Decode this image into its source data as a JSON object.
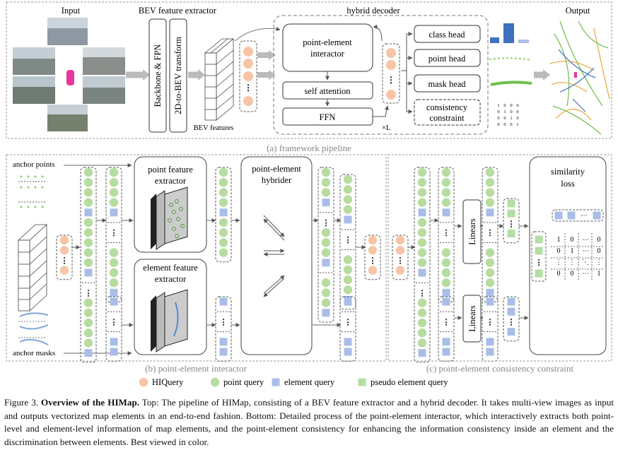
{
  "top": {
    "input_title": "Input",
    "bev_title": "BEV feature extractor",
    "hybrid_title": "hybrid decoder",
    "output_title": "Output",
    "backbone": "Backbone & FPN",
    "transform": "2D-to-BEV transform",
    "bev_features": "BEV features",
    "interactor_line1": "point-element",
    "interactor_line2": "interactor",
    "self_attention": "self attention",
    "ffn": "FFN",
    "xl": "×L",
    "class_head": "class head",
    "point_head": "point head",
    "mask_head": "mask head",
    "consistency_line1": "consistency",
    "consistency_line2": "constraint",
    "section_label": "(a) framework pipeline"
  },
  "mini_matrix": [
    [
      "1",
      "0",
      "0",
      "0"
    ],
    [
      "0",
      "1",
      "0",
      "0"
    ],
    [
      "0",
      "0",
      "1",
      "0"
    ],
    [
      "0",
      "0",
      "0",
      "1"
    ]
  ],
  "bottom_left": {
    "anchor_points": "anchor points",
    "anchor_masks": "anchor masks",
    "pfe_line1": "point feature",
    "pfe_line2": "extractor",
    "efe_line1": "element feature",
    "efe_line2": "extractor",
    "hybrider_line1": "point-element",
    "hybrider_line2": "hybrider",
    "section_label": "(b) point-element interactor"
  },
  "bottom_right": {
    "linears": "Linears",
    "loss_line1": "similarity",
    "loss_line2": "loss",
    "section_label": "(c) point-element consistency constraint",
    "matrix": [
      [
        "1",
        "0",
        "⋯",
        "0"
      ],
      [
        "0",
        "1",
        "⋯",
        "0"
      ],
      [
        "⋮",
        "⋮",
        "⋱",
        "⋮"
      ],
      [
        "0",
        "0",
        "⋯",
        "1"
      ]
    ]
  },
  "legend": [
    {
      "label": "HIQuery",
      "kind": "hiquery"
    },
    {
      "label": "point query",
      "kind": "point"
    },
    {
      "label": "element query",
      "kind": "element"
    },
    {
      "label": "pseudo element query",
      "kind": "pseudo"
    }
  ],
  "caption": {
    "prefix": "Figure 3. ",
    "bold": "Overview of the HIMap.",
    "text": " Top: The pipeline of HIMap, consisting of a BEV feature extractor and a hybrid decoder. It takes multi-view images as input and outputs vectorized map elements in an end-to-end fashion. Bottom: Detailed process of the point-element interactor, which interactively extracts both point-level and element-level information of map elements, and the point-element consistency for enhancing the information consistency inside an element and the discrimination between elements. Best viewed in color."
  },
  "colors": {
    "hiquery": "#f7c4a5",
    "point": "#b7dca0",
    "element": "#a9bde8",
    "pseudo": "#b3dfa5",
    "bar": "#3e6fc0",
    "box_stroke": "#333333"
  }
}
